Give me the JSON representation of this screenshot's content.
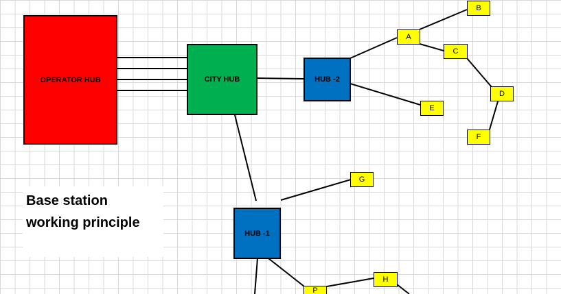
{
  "caption": "Base station working principle",
  "colors": {
    "operator_hub": "#ff0000",
    "city_hub": "#00b050",
    "hub": "#0070c0",
    "leaf": "#ffff00",
    "line": "#000000",
    "grid": "#d9d9d9"
  },
  "nodes": {
    "operator_hub": "OPERATOR HUB",
    "city_hub": "CITY HUB",
    "hub2": "HUB -2",
    "hub1": "HUB -1",
    "a": "A",
    "b": "B",
    "c": "C",
    "d": "D",
    "e": "E",
    "f": "F",
    "g": "G",
    "h": "H",
    "p": "P"
  },
  "connections": [
    [
      "operator_hub",
      "city_hub"
    ],
    [
      "operator_hub",
      "city_hub"
    ],
    [
      "operator_hub",
      "city_hub"
    ],
    [
      "operator_hub",
      "city_hub"
    ],
    [
      "city_hub",
      "hub2"
    ],
    [
      "city_hub",
      "hub1"
    ],
    [
      "hub2",
      "a"
    ],
    [
      "hub2",
      "e"
    ],
    [
      "a",
      "b"
    ],
    [
      "a",
      "c"
    ],
    [
      "c",
      "d"
    ],
    [
      "d",
      "f"
    ],
    [
      "hub1",
      "g"
    ],
    [
      "hub1",
      "p"
    ],
    [
      "p",
      "h"
    ]
  ]
}
